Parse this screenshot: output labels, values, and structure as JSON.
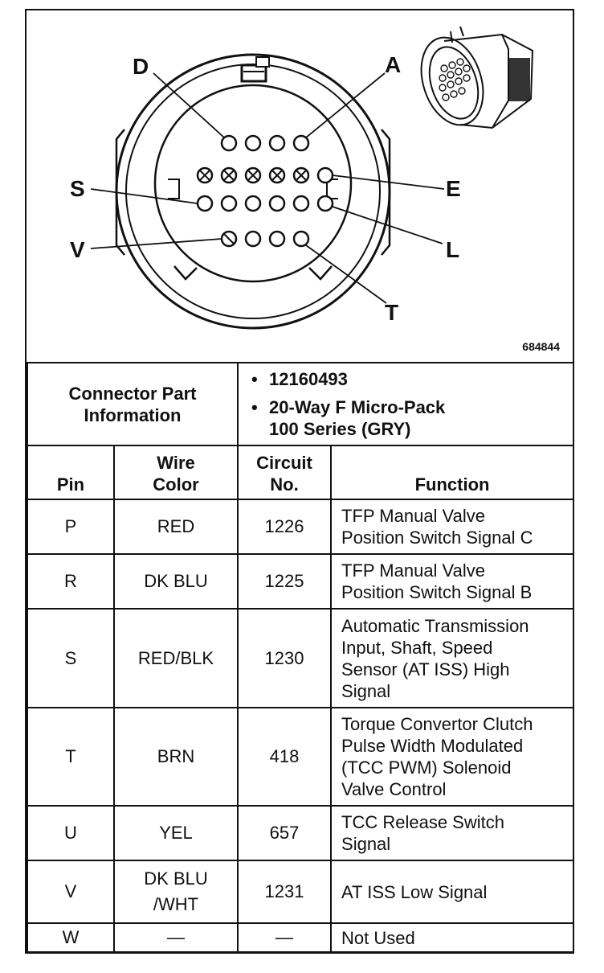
{
  "diagram": {
    "figure_number": "684844",
    "pin_labels": {
      "D": "D",
      "A": "A",
      "S": "S",
      "E": "E",
      "V": "V",
      "L": "L",
      "T": "T"
    }
  },
  "connector_info": {
    "label": "Connector Part Information",
    "part_number": "12160493",
    "description_line1": "20-Way F Micro-Pack",
    "description_line2": "100 Series (GRY)"
  },
  "table": {
    "headers": {
      "pin": "Pin",
      "wire_color_1": "Wire",
      "wire_color_2": "Color",
      "circuit_1": "Circuit",
      "circuit_2": "No.",
      "function": "Function"
    },
    "rows": [
      {
        "pin": "P",
        "wire": "RED",
        "circuit": "1226",
        "function": [
          "TFP Manual Valve",
          "Position Switch Signal C"
        ]
      },
      {
        "pin": "R",
        "wire": "DK BLU",
        "circuit": "1225",
        "function": [
          "TFP Manual Valve",
          "Position Switch Signal B"
        ]
      },
      {
        "pin": "S",
        "wire": "RED/BLK",
        "circuit": "1230",
        "function": [
          "Automatic Transmission",
          "Input, Shaft, Speed",
          "Sensor (AT ISS) High",
          "Signal"
        ]
      },
      {
        "pin": "T",
        "wire": "BRN",
        "circuit": "418",
        "function": [
          "Torque Convertor Clutch",
          "Pulse Width Modulated",
          "(TCC PWM) Solenoid",
          "Valve Control"
        ]
      },
      {
        "pin": "U",
        "wire": "YEL",
        "circuit": "657",
        "function": [
          "TCC Release Switch",
          "Signal"
        ]
      },
      {
        "pin": "V",
        "wire": [
          "DK BLU",
          "/WHT"
        ],
        "circuit": "1231",
        "function": [
          "AT ISS Low Signal"
        ]
      },
      {
        "pin": "W",
        "wire": "—",
        "circuit": "—",
        "function": [
          "Not Used"
        ]
      }
    ]
  }
}
